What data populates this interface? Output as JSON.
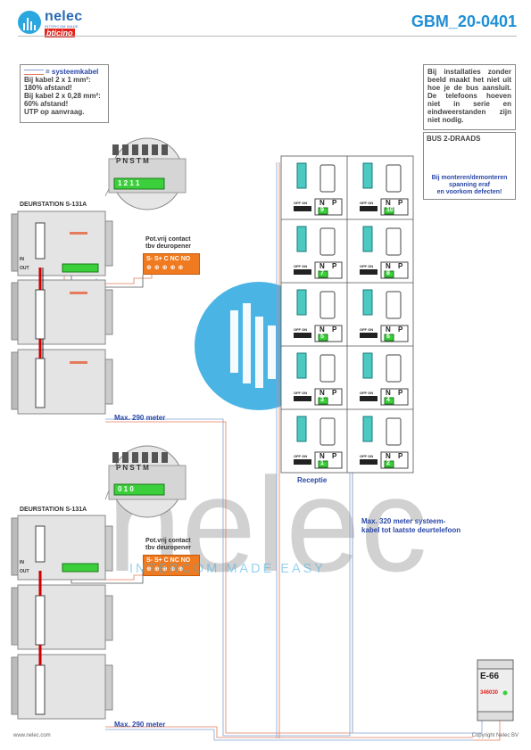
{
  "header": {
    "logo_text": "nelec",
    "logo_tagline": "INTERCOM MADE EASY",
    "logo_brand": "bticino",
    "doc_code": "GBM_20-0401"
  },
  "legend": {
    "title": "= systeemkabel",
    "line1": "Bij kabel 2 x 1 mm²:",
    "line2": "180% afstand!",
    "line3": "Bij kabel 2 x 0,28 mm²:",
    "line4": "60% afstand!",
    "line5": "UTP op aanvraag."
  },
  "info_note": {
    "text": "Bij installaties zonder beeld maakt het niet uit hoe je de bus aansluit. De telefoons hoeven niet in serie en eindweerstanden zijn niet nodig."
  },
  "warning": {
    "title": "BUS 2-DRAADS",
    "line1": "Bij monteren/demonteren",
    "line2": "spanning eraf",
    "line3": "en voorkom defecten!"
  },
  "door_station_top": {
    "label": "DEURSTATION S-131A",
    "contact_label_1": "Pot.vrij contact",
    "contact_label_2": "tbv deuropener",
    "relay_terminals": "S-  S+ C NC NO",
    "zoom_terminals": "P N S T M",
    "zoom_values": "1 2 1 1",
    "cable_label": "Max. 290 meter",
    "in_label": "IN",
    "out_label": "OUT"
  },
  "door_station_bottom": {
    "label": "DEURSTATION S-131A",
    "contact_label_1": "Pot.vrij contact",
    "contact_label_2": "tbv deuropener",
    "relay_terminals": "S-  S+ C NC NO",
    "zoom_terminals": "P N S T M",
    "zoom_values": "0 1 0",
    "cable_label": "Max. 290 meter",
    "in_label": "IN",
    "out_label": "OUT"
  },
  "phones": {
    "left_column": [
      "9",
      "7",
      "5",
      "3",
      "1"
    ],
    "right_column": [
      "10",
      "8",
      "6",
      "4",
      "2"
    ],
    "off_on": "OFF ON",
    "n": "N",
    "p": "P",
    "reception_label": "Receptie"
  },
  "system_cable_note": {
    "line1": "Max. 320 meter systeem-",
    "line2": "kabel tot laatste deurtelefoon"
  },
  "power_supply": {
    "model": "E-66",
    "code": "346030"
  },
  "watermark": {
    "text": "nelec",
    "tagline": "INTERCOM MADE EASY"
  },
  "footer": {
    "website": "www.nelec.com",
    "copyright": "Copyright Nelec BV"
  }
}
